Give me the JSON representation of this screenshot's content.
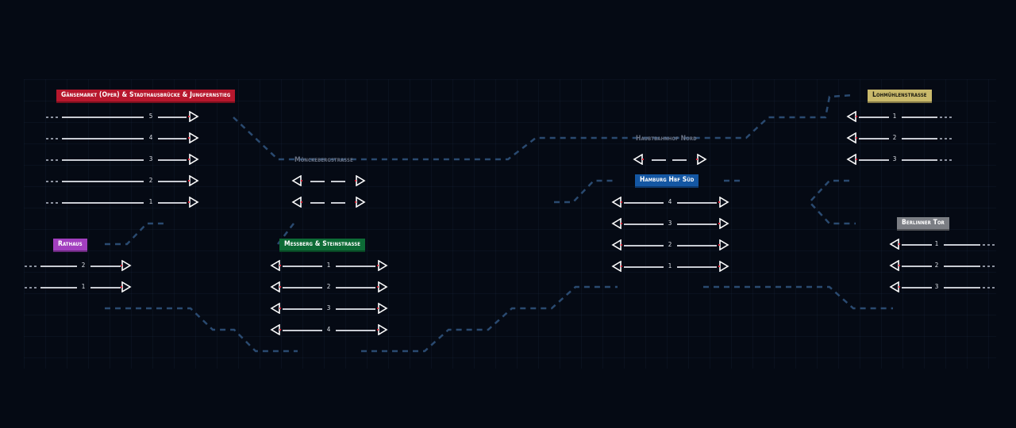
{
  "colors": {
    "background": "#050a14",
    "link": "#2a4a70",
    "rail": "#c9ccd3",
    "marker_outline": "#ffffff",
    "marker_glow": "#e0283b"
  },
  "icons": {
    "left": "signal-left-icon",
    "right": "signal-right-icon"
  },
  "stations": [
    {
      "id": "gaensemarkt",
      "label": "Gänsemarkt (Oper) & Stadthausbrücke & Jungfernstieg",
      "color": "red",
      "tracks": [
        "5",
        "4",
        "3",
        "2",
        "1"
      ],
      "direction": "right"
    },
    {
      "id": "rathaus",
      "label": "Rathaus",
      "color": "purple",
      "tracks": [
        "2",
        "1"
      ],
      "direction": "right"
    },
    {
      "id": "moenckeberg",
      "label": "Mönckebergstrasse",
      "color": "none",
      "tracks": [
        "",
        ""
      ],
      "direction": "both"
    },
    {
      "id": "messberg",
      "label": "Messberg & Steinstrasse",
      "color": "green",
      "tracks": [
        "1",
        "2",
        "3",
        "4"
      ],
      "direction": "both"
    },
    {
      "id": "hbf_nord",
      "label": "Haubtbahnhof Nord",
      "color": "none",
      "tracks": [
        ""
      ],
      "direction": "both"
    },
    {
      "id": "hbf_sued",
      "label": "Hamburg Hbf Süd",
      "color": "blue",
      "tracks": [
        "4",
        "3",
        "2",
        "1"
      ],
      "direction": "both"
    },
    {
      "id": "lohmuehlen",
      "label": "Lohmühlenstrasse",
      "color": "gold",
      "tracks": [
        "1",
        "2",
        "3"
      ],
      "direction": "left"
    },
    {
      "id": "berliner_tor",
      "label": "Berlinner Tor",
      "color": "grey",
      "tracks": [
        "1",
        "2",
        "3"
      ],
      "direction": "left"
    }
  ]
}
